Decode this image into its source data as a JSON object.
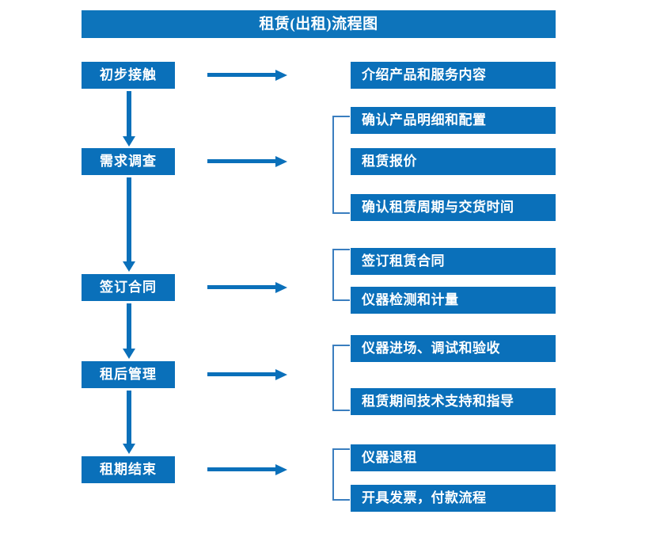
{
  "title": "租赁(出租)流程图",
  "colors": {
    "title_bar": "#0d74bb",
    "box_fill": "#0a70ba",
    "box_text": "#ffffff",
    "arrow": "#0a70ba",
    "bracket": "#3a7ebf",
    "background": "#ffffff"
  },
  "stages": [
    {
      "label": "初步接触"
    },
    {
      "label": "需求调查"
    },
    {
      "label": "签订合同"
    },
    {
      "label": "租后管理"
    },
    {
      "label": "租期结束"
    }
  ],
  "details": [
    {
      "label": "介绍产品和服务内容"
    },
    {
      "label": "确认产品明细和配置"
    },
    {
      "label": "租赁报价"
    },
    {
      "label": "确认租赁周期与交货时间"
    },
    {
      "label": "签订租赁合同"
    },
    {
      "label": "仪器检测和计量"
    },
    {
      "label": "仪器进场、调试和验收"
    },
    {
      "label": "租赁期间技术支持和指导"
    },
    {
      "label": "仪器退租"
    },
    {
      "label": "开具发票，付款流程"
    }
  ],
  "groups": [
    {
      "name": "requirement-survey-group",
      "members": [
        "确认产品明细和配置",
        "租赁报价",
        "确认租赁周期与交货时间"
      ]
    },
    {
      "name": "contract-group",
      "members": [
        "签订租赁合同",
        "仪器检测和计量"
      ]
    },
    {
      "name": "post-rental-group",
      "members": [
        "仪器进场、调试和验收",
        "租赁期间技术支持和指导"
      ]
    },
    {
      "name": "rental-end-group",
      "members": [
        "仪器退租",
        "开具发票，付款流程"
      ]
    }
  ],
  "connectors": {
    "horizontal_count": 5,
    "vertical_count": 4
  }
}
